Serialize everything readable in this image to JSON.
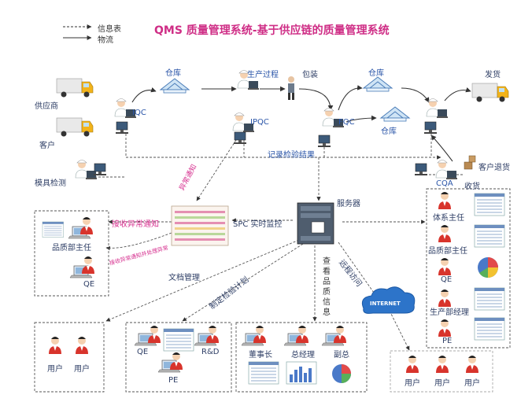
{
  "title": "QMS 质量管理系统-基于供应链的质量管理系统",
  "legend": {
    "info_flow": "信息表",
    "material_flow": "物流"
  },
  "nodes": {
    "supplier": "供应商",
    "customer": "客户",
    "mold_inspection": "模具检测",
    "iqc": "IQC",
    "warehouse_1": "仓库",
    "production": "生产过程",
    "packaging": "包装",
    "warehouse_2": "仓库",
    "warehouse_3": "仓库",
    "delivery": "发货",
    "ipqc": "IPQC",
    "fqc": "FQC",
    "customer_return": "客户退货",
    "cqa": "CQA",
    "receive": "收货",
    "server": "服务器",
    "spc": "SPC 实时监控",
    "internet": "INTERNET"
  },
  "flows": {
    "record_results": "记录检验结果",
    "abnormal_notice": "异常通知",
    "receive_abnormal": "接收异常通知",
    "receive_and_handle": "接收异常通知并处理异常",
    "document_mgmt": "文档管理",
    "plan": "制定检验计划",
    "view_quality": "查看品质信息",
    "remote_access": "远程访问"
  },
  "groups": {
    "qa_dept": {
      "manager": "品质部主任",
      "qe": "QE"
    },
    "right_panel": {
      "system_mgr": "体系主任",
      "quality_mgr": "品质部主任",
      "qe": "QE",
      "prod_mgr": "生产部经理",
      "pe": "PE"
    },
    "users_left": {
      "user1": "用户",
      "user2": "用户"
    },
    "engineers": {
      "qe": "QE",
      "rnd": "R&D",
      "pe": "PE"
    },
    "executives": {
      "chairman": "董事长",
      "gm": "总经理",
      "vp": "副总"
    },
    "users_right": {
      "user1": "用户",
      "user2": "用户",
      "user3": "用户"
    }
  },
  "colors": {
    "title": "#cf2e86",
    "label": "#2f3f66",
    "accent_blue": "#2a55a8",
    "alert_pink": "#d6308f",
    "truck_cab": "#f2b31a",
    "person_red": "#d8342c",
    "cloud_blue": "#2d74c9"
  }
}
